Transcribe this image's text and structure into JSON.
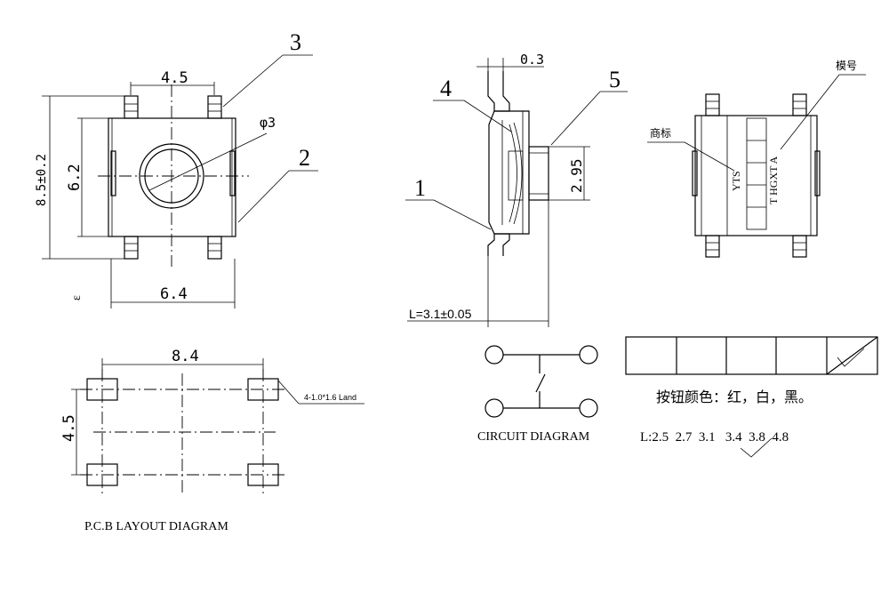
{
  "callouts": {
    "c1": "1",
    "c2": "2",
    "c3": "3",
    "c4": "4",
    "c5": "5"
  },
  "dims": {
    "top_width": "4.5",
    "diameter": "φ3",
    "height_total": "8.5±0.2",
    "height_inner": "6.2",
    "bottom_width": "6.4",
    "epsilon": "ε",
    "thickness": "0.3",
    "button_height": "2.95",
    "length": "L=3.1±0.05",
    "pcb_width": "8.4",
    "pcb_height": "4.5",
    "land": "4-1.0*1.6 Land"
  },
  "labels": {
    "model": "模号",
    "trademark": "商标",
    "mark_yts": "YTS",
    "mark_model": "T HGXT A",
    "circuit": "CIRCUIT DIAGRAM",
    "pcb": "P.C.B LAYOUT DIAGRAM",
    "colors": "按钮颜色：红，白，黑。",
    "lengths": "L:2.5  2.7  3.1   3.4  3.8  4.8"
  },
  "colors": {
    "line": "#000000",
    "background": "#ffffff"
  }
}
